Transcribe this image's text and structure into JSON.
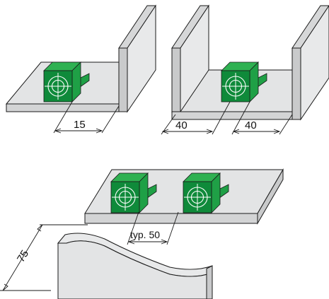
{
  "colors": {
    "plate": "#e3e4e5",
    "plate_side": "#c9cacb",
    "outline": "#1a1a1a",
    "clamp_front": "#0f8a3a",
    "clamp_top": "#2fb152",
    "clamp_side": "#1fa046"
  },
  "dimensions": {
    "single_offset": "15",
    "double_left": "40",
    "double_right": "40",
    "spacing": "typ. 50",
    "height": "75"
  }
}
